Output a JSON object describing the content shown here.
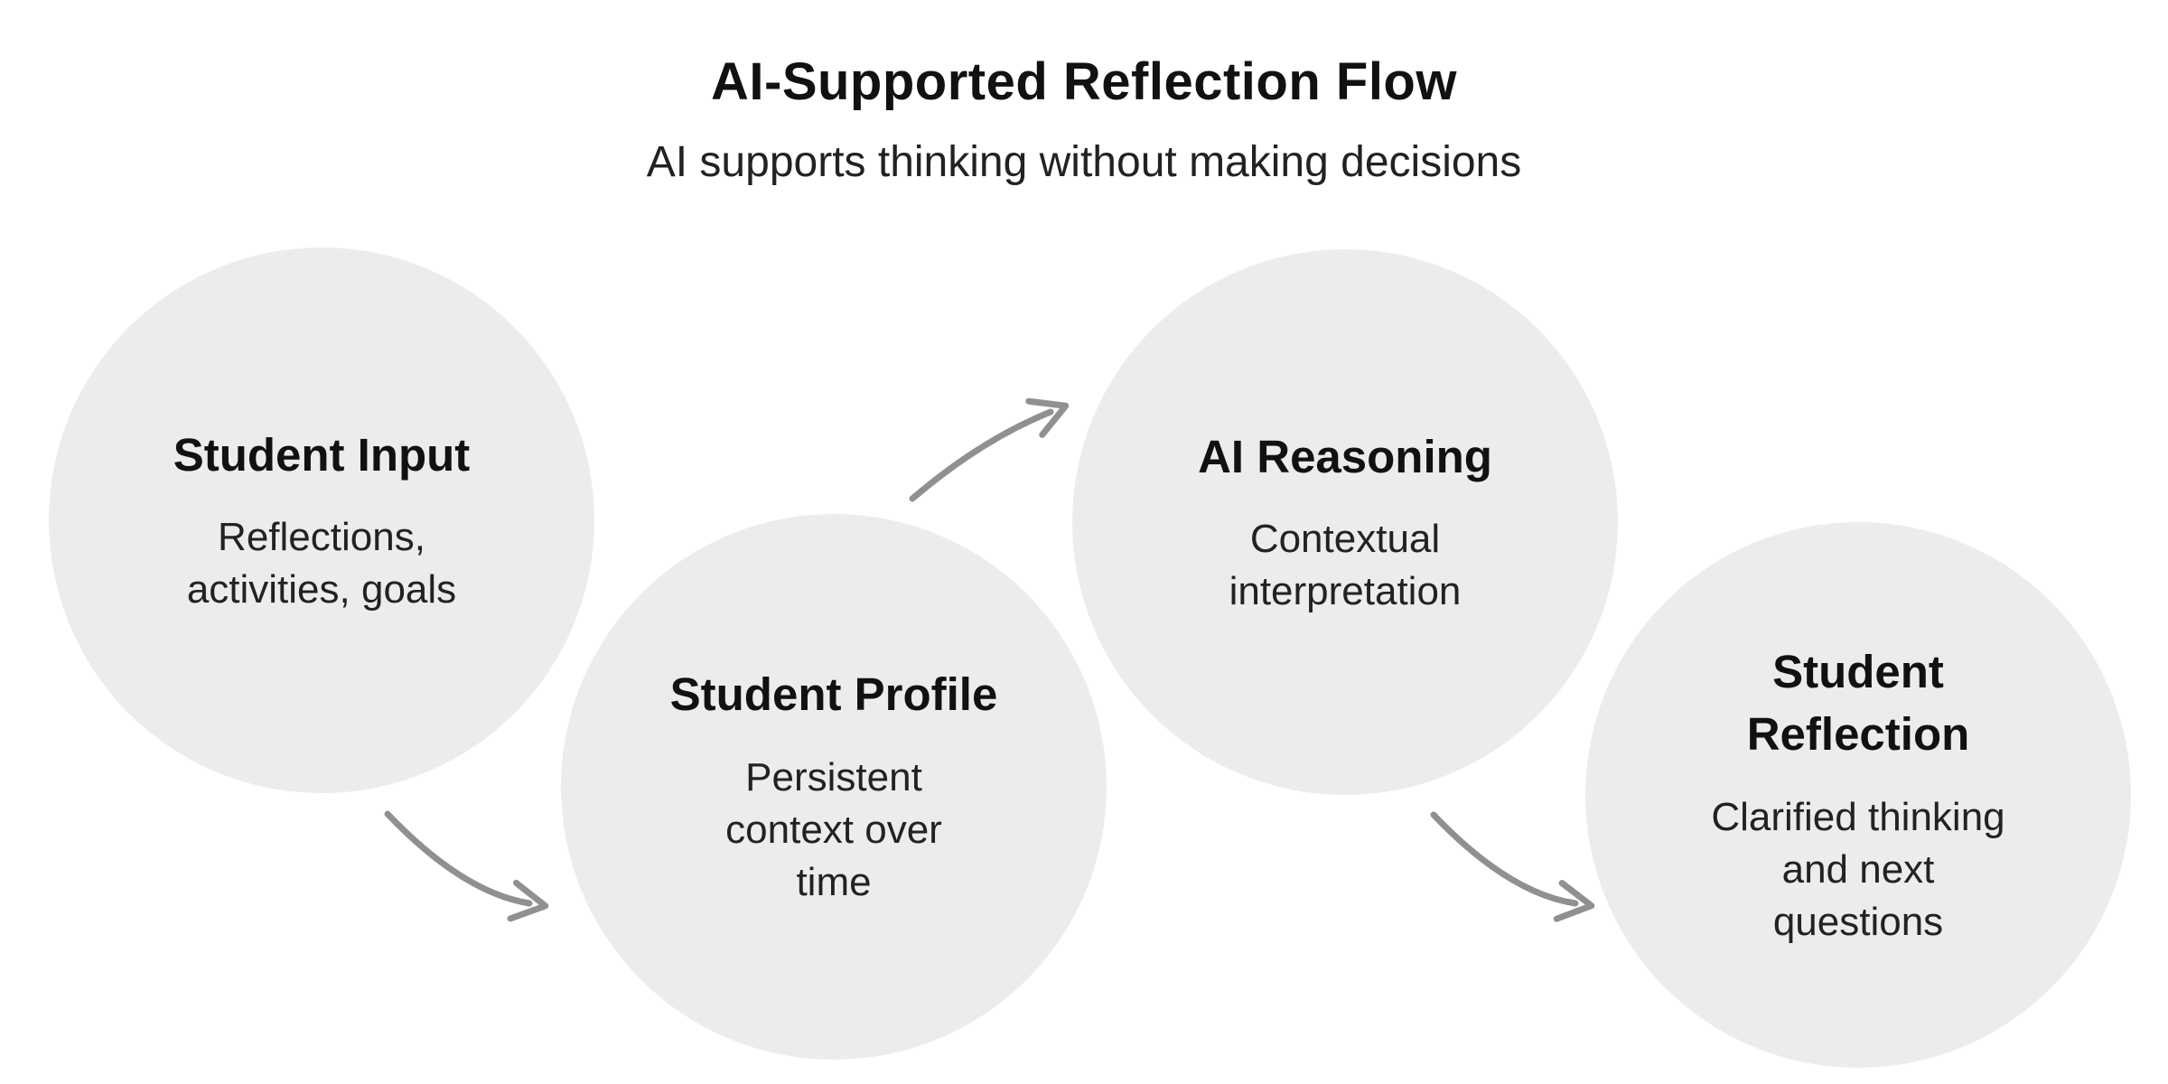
{
  "header": {
    "title": "AI-Supported Reflection Flow",
    "subtitle": "AI supports thinking without making decisions"
  },
  "nodes": [
    {
      "id": "student-input",
      "title": "Student Input",
      "description": "Reflections,\nactivities, goals"
    },
    {
      "id": "student-profile",
      "title": "Student Profile",
      "description": "Persistent\ncontext over\ntime"
    },
    {
      "id": "ai-reasoning",
      "title": "AI Reasoning",
      "description": "Contextual\ninterpretation"
    },
    {
      "id": "student-reflection",
      "title": "Student\nReflection",
      "description": "Clarified thinking\nand next\nquestions"
    }
  ],
  "arrows": [
    {
      "from": "student-input",
      "to": "student-profile",
      "direction": "down-right"
    },
    {
      "from": "student-profile",
      "to": "ai-reasoning",
      "direction": "up-right"
    },
    {
      "from": "ai-reasoning",
      "to": "student-reflection",
      "direction": "down-right"
    }
  ],
  "colors": {
    "background": "#ffffff",
    "circle_fill": "#ececec",
    "arrow": "#909090",
    "title_text": "#111111",
    "body_text": "#222222"
  }
}
